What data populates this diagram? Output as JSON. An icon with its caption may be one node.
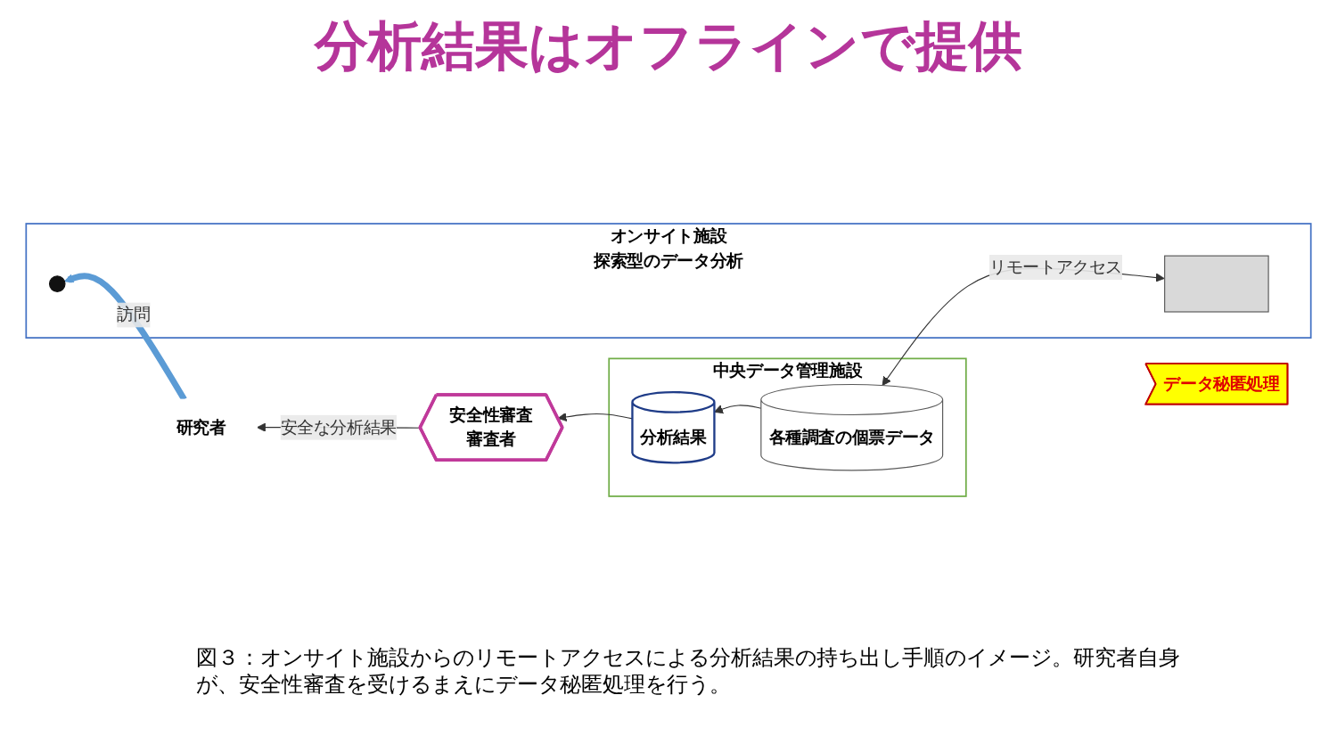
{
  "diagram": {
    "title": "分析結果はオフラインで提供",
    "caption": "図３：オンサイト施設からのリモートアクセスによる分析結果の持ち出し手順のイメージ。研究者自身が、安全性審査を受けるまえにデータ秘匿処理を行う。",
    "nodes": [
      {
        "text": [
          "研究者"
        ]
      },
      {
        "text": [
          "オンサイト施設",
          "探索型のデータ分析"
        ]
      },
      {
        "text": [],
        "shape": "person",
        "in": 1
      },
      {
        "text": [],
        "shape": "box",
        "in": 1
      },
      {
        "text": [
          "中央データ管理施設"
        ]
      },
      {
        "text": [
          "各種調査の個票データ"
        ],
        "in": 4
      },
      {
        "text": [
          "分析結果"
        ],
        "in": 4
      },
      {
        "text": [
          "データ秘匿処理"
        ]
      },
      {
        "text": [
          "安全性審査",
          "審査者"
        ]
      }
    ],
    "edges": [
      {
        "from": 0,
        "to": 2,
        "arrow": "to",
        "label": "訪問",
        "style": "thick",
        "color": "#5b9bd5"
      },
      {
        "from": 3,
        "to": 5,
        "arrow": "both",
        "label": "リモートアクセス"
      },
      {
        "from": 5,
        "to": 6,
        "arrow": "to"
      },
      {
        "from": 6,
        "to": 8,
        "arrow": "to"
      },
      {
        "from": 8,
        "to": 0,
        "arrow": "to",
        "label": "安全な分析結果"
      }
    ]
  }
}
